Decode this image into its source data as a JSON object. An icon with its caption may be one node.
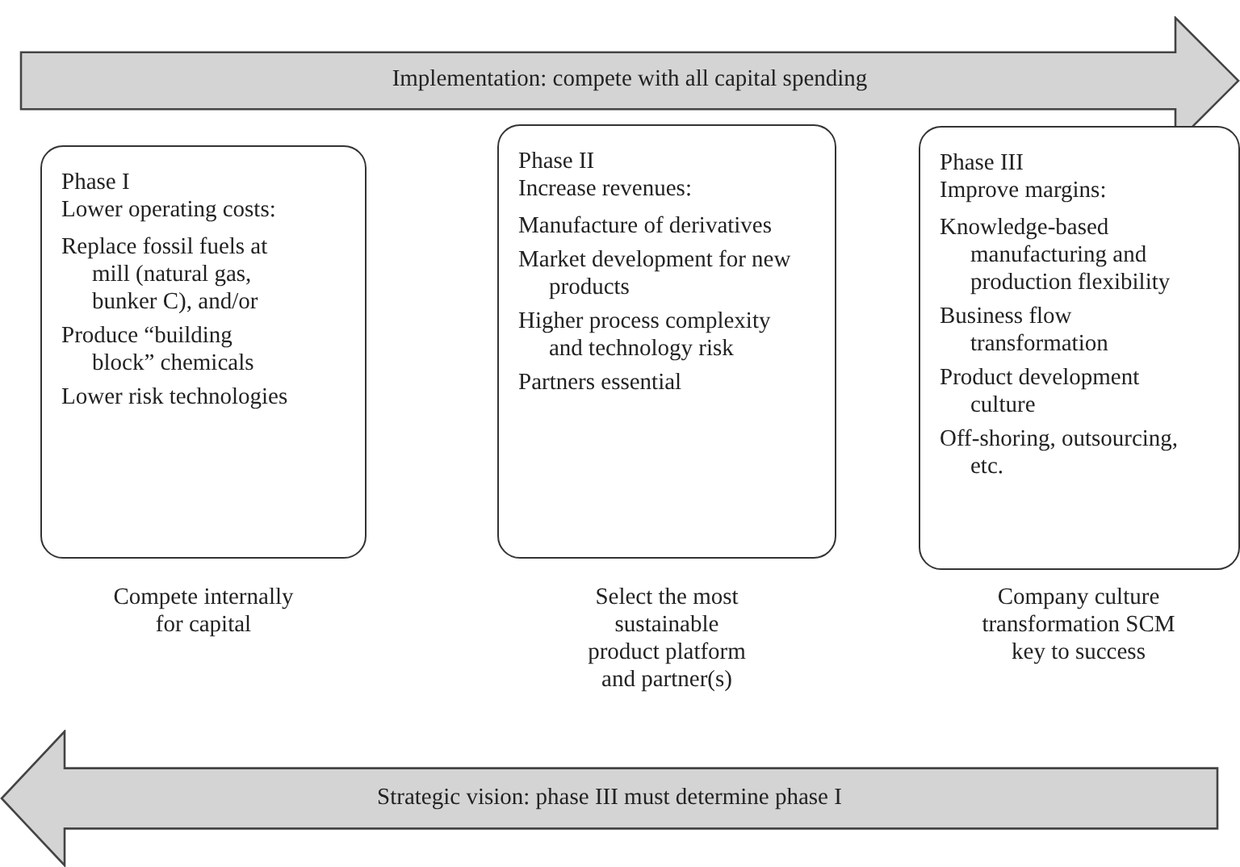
{
  "diagram": {
    "nodes": [
      {
        "text": [
          "Implementation: compete with all capital spending"
        ]
      },
      {
        "text": [
          "Phase I",
          "Lower operating costs:",
          "Replace fossil fuels at mill (natural gas, bunker C), and/or",
          "Produce “building block” chemicals",
          "Lower risk technologies"
        ],
        "beside": [
          "Compete internally for capital"
        ]
      },
      {
        "text": [
          "Phase II",
          "Increase revenues:",
          "Manufacture of derivatives",
          "Market development for new products",
          "Higher process complexity and technology risk",
          "Partners essential"
        ],
        "beside": [
          "Select the most sustainable product platform and partner(s)"
        ]
      },
      {
        "text": [
          "Phase III",
          "Improve margins:",
          "Knowledge-based manufacturing and production flexibility",
          "Business flow transformation",
          "Product development culture",
          "Off-shoring, outsourcing, etc."
        ],
        "beside": [
          "Company culture transformation SCM key to success"
        ]
      },
      {
        "text": [
          "Strategic vision: phase III must determine phase I"
        ]
      }
    ]
  }
}
